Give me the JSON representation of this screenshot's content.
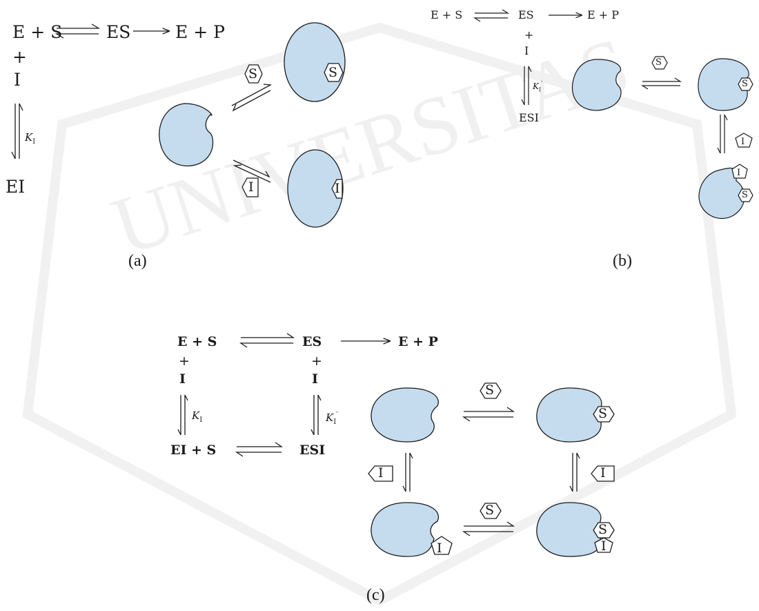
{
  "palette": {
    "enzyme_fill": "#c5dcef",
    "enzyme_shade": "#9bbfdf",
    "stroke": "#1a1a1a",
    "watermark": "#ededed"
  },
  "watermark": {
    "text": "UNIVERSITAS"
  },
  "panel_a": {
    "eq_left": "E + S",
    "eq_middle": "ES",
    "eq_right": "E + P",
    "plus": "+",
    "inhibitor": "I",
    "constant": "K",
    "constant_sub": "I",
    "complex": "EI",
    "bubble_substrate": "S",
    "bubble_inhibitor": "I",
    "caption": "(a)"
  },
  "panel_b": {
    "eq_left": "E + S",
    "eq_middle": "ES",
    "eq_right": "E + P",
    "plus": "+",
    "inhibitor": "I",
    "constant": "K",
    "constant_sub": "I",
    "constant_prime": "′",
    "complex": "ESI",
    "bubble_substrate": "S",
    "bubble_inhibitor": "I",
    "caption": "(b)"
  },
  "panel_c": {
    "eq_left": "E + S",
    "eq_middle": "ES",
    "eq_right": "E + P",
    "plus_left": "+",
    "inhibitor_left": "I",
    "plus_right": "+",
    "inhibitor_right": "I",
    "constant": "K",
    "constant_sub": "I",
    "constant_prime": "′",
    "bottom_left": "EI + S",
    "bottom_right": "ESI",
    "bubble_substrate": "S",
    "bubble_inhibitor": "I",
    "caption": "(c)"
  }
}
